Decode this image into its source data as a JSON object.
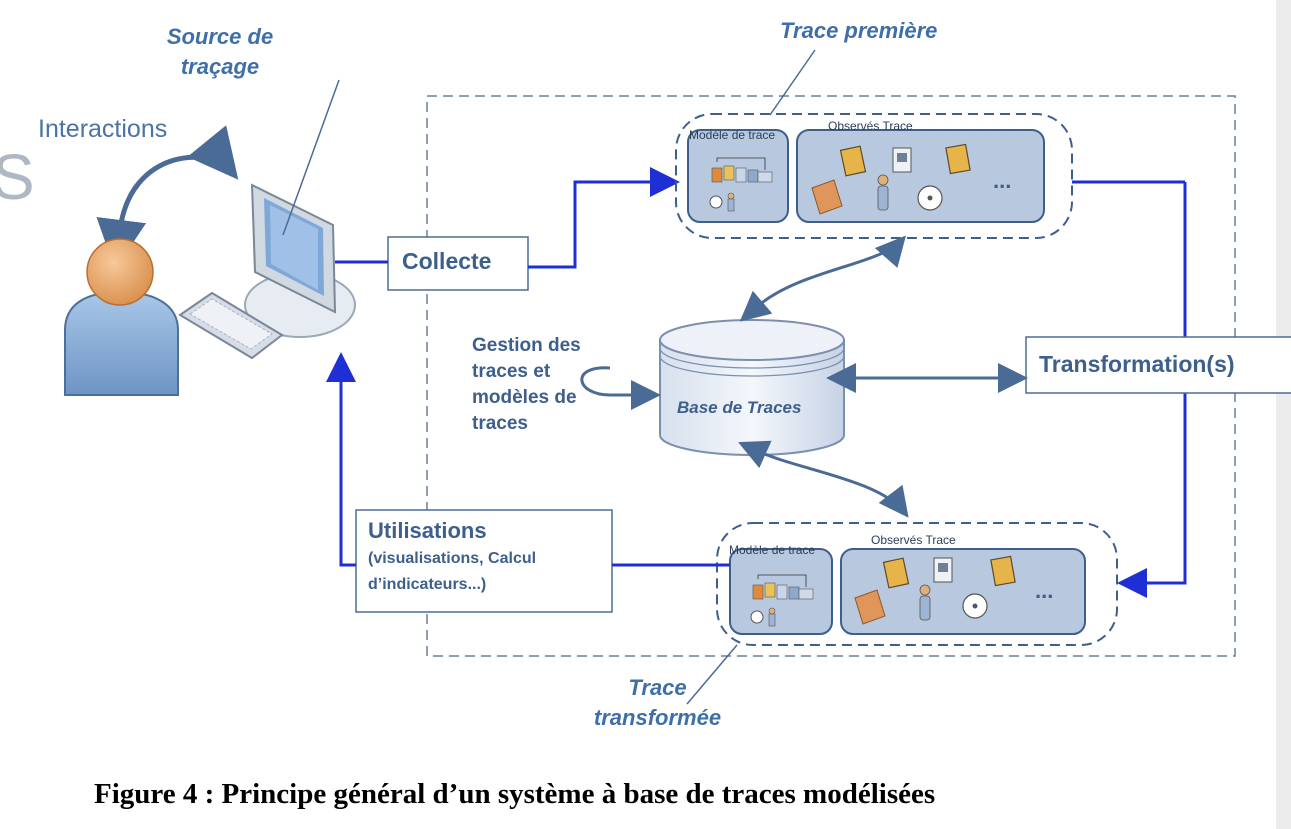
{
  "labels": {
    "source": [
      "Source de",
      "traçage"
    ],
    "interactions": "Interactions",
    "trace_premiere": "Trace première",
    "collecte": "Collecte",
    "gestion": [
      "Gestion des",
      "traces et",
      "modèles de",
      "traces"
    ],
    "base": "Base de Traces",
    "transformation": "Transformation(s)",
    "utilisations": [
      "Utilisations",
      "(visualisations, Calcul",
      "d’indicateurs...)"
    ],
    "modele_top": "Modèle de trace",
    "observes_top": "Observés Trace",
    "modele_bottom": "Modèle de trace",
    "observes_bottom": "Observés Trace",
    "ellipsis_top": "...",
    "ellipsis_bottom": "...",
    "trace_transformee": [
      "Trace",
      "transformée"
    ],
    "stray_glyph": "S"
  },
  "caption": "Figure 4 : Principe général d’un système à base de traces modélisées",
  "colors": {
    "arrow_blue": "#1f2fd6",
    "label_blue": "#3f6fa8",
    "panel_fill": "#b8c8de",
    "panel_stroke": "#3d5f8c",
    "dash": "#6a7f9a"
  },
  "icons": [
    "user-icon",
    "computer-icon",
    "keyboard-icon",
    "database-icon",
    "document-icon",
    "disc-icon",
    "person-icon",
    "folder-icon"
  ]
}
